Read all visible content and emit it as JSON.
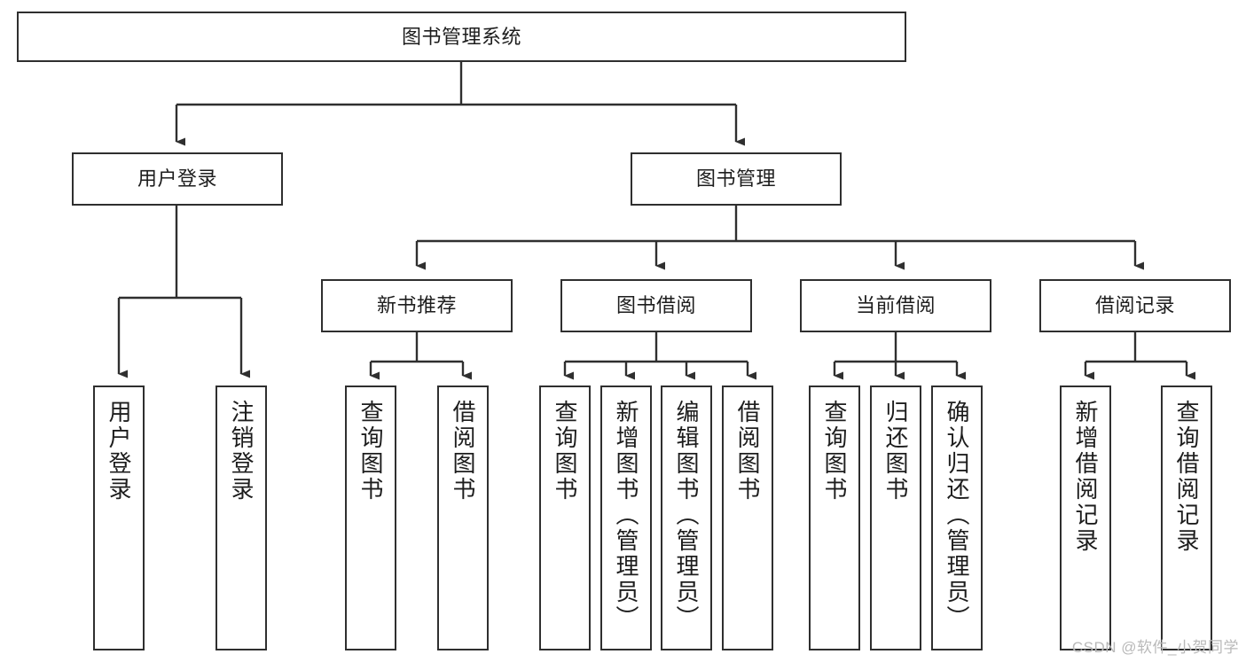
{
  "diagram": {
    "type": "tree-hierarchy",
    "title": "图书管理系统",
    "orientation": "top-down",
    "colors": {
      "stroke": "#2f2f2f",
      "fill": "#ffffff",
      "text": "#1d1d1d",
      "watermark": "#b9b9b9"
    },
    "root": {
      "label": "图书管理系统"
    },
    "level2": [
      {
        "id": "user-login",
        "label": "用户登录"
      },
      {
        "id": "book-management",
        "label": "图书管理"
      }
    ],
    "level3": [
      {
        "id": "new-book-recommend",
        "label": "新书推荐"
      },
      {
        "id": "book-borrow",
        "label": "图书借阅"
      },
      {
        "id": "current-borrow",
        "label": "当前借阅"
      },
      {
        "id": "borrow-record",
        "label": "借阅记录"
      }
    ],
    "leaves": {
      "user_login": [
        {
          "id": "leaf-user-login",
          "label": "用户登录"
        },
        {
          "id": "leaf-logout-login",
          "label": "注销登录"
        }
      ],
      "new_book_recommend": [
        {
          "id": "leaf-query-book-1",
          "label": "查询图书"
        },
        {
          "id": "leaf-borrow-book-1",
          "label": "借阅图书"
        }
      ],
      "book_borrow": [
        {
          "id": "leaf-query-book-2",
          "label": "查询图书"
        },
        {
          "id": "leaf-add-book",
          "label": "新增图书（管理员）"
        },
        {
          "id": "leaf-edit-book",
          "label": "编辑图书（管理员）"
        },
        {
          "id": "leaf-borrow-book-2",
          "label": "借阅图书"
        }
      ],
      "current_borrow": [
        {
          "id": "leaf-query-book-3",
          "label": "查询图书"
        },
        {
          "id": "leaf-return-book",
          "label": "归还图书"
        },
        {
          "id": "leaf-confirm-return",
          "label": "确认归还（管理员）"
        }
      ],
      "borrow_record": [
        {
          "id": "leaf-add-record",
          "label": "新增借阅记录"
        },
        {
          "id": "leaf-query-record",
          "label": "查询借阅记录"
        }
      ]
    }
  },
  "watermark": {
    "text": "CSDN @软件_小贺同学"
  }
}
